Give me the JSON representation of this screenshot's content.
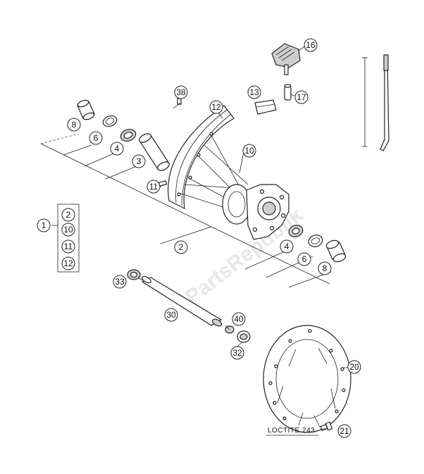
{
  "callouts": [
    {
      "id": "c16",
      "label": "16"
    },
    {
      "id": "c38",
      "label": "38"
    },
    {
      "id": "c13",
      "label": "13"
    },
    {
      "id": "c17",
      "label": "17"
    },
    {
      "id": "c12",
      "label": "12"
    },
    {
      "id": "c8a",
      "label": "8"
    },
    {
      "id": "c6a",
      "label": "6"
    },
    {
      "id": "c4a",
      "label": "4"
    },
    {
      "id": "c3",
      "label": "3"
    },
    {
      "id": "c10",
      "label": "10"
    },
    {
      "id": "c11",
      "label": "11"
    },
    {
      "id": "c1",
      "label": "1"
    },
    {
      "id": "c2a",
      "label": "2"
    },
    {
      "id": "c10b",
      "label": "10"
    },
    {
      "id": "c11b",
      "label": "11"
    },
    {
      "id": "c12b",
      "label": "12"
    },
    {
      "id": "c2b",
      "label": "2"
    },
    {
      "id": "c4b",
      "label": "4"
    },
    {
      "id": "c6b",
      "label": "6"
    },
    {
      "id": "c8b",
      "label": "8"
    },
    {
      "id": "c33",
      "label": "33"
    },
    {
      "id": "c30",
      "label": "30"
    },
    {
      "id": "c40",
      "label": "40"
    },
    {
      "id": "c32",
      "label": "32"
    },
    {
      "id": "c20",
      "label": "20"
    },
    {
      "id": "c21",
      "label": "21"
    }
  ],
  "note": "LOCTITE 243",
  "watermark": "PartsRepublik"
}
